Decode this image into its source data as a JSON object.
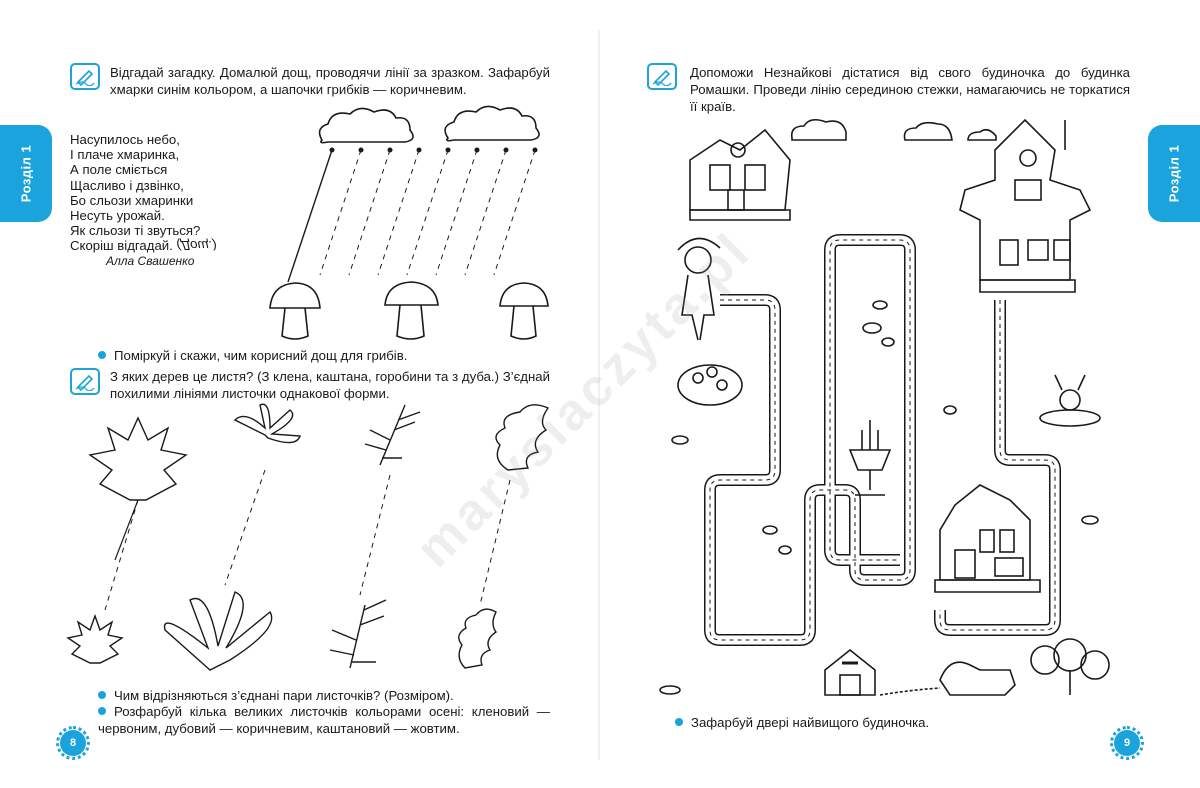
{
  "section_tab": "Розділ 1",
  "left_page": {
    "task1_text": "Відгадай загадку. Домалюй дощ, проводячи лінії за зразком. Зафарбуй хмарки синім кольором, а шапочки грибків — коричневим.",
    "poem_lines": [
      "Насупилось небо,",
      "І плаче хмаринка,",
      "А поле сміється",
      "Щасливо і дзвінко,",
      "Бо сльози хмаринки",
      "Несуть урожай.",
      "Як сльози ті звуться?"
    ],
    "poem_last_line": "Скоріш відгадай.",
    "poem_answer": "(Дощ.)",
    "poem_author": "Алла Свашенко",
    "bullet1": "Поміркуй і скажи, чим корисний дощ для грибів.",
    "task2_text": "З яких дерев це листя? (З клена, каштана, горобини та з дуба.) З’єднай похилими лініями листочки однакової форми.",
    "bullet2": "Чим відрізняються з’єднані пари листочків? (Розміром).",
    "bullet3": "Розфарбуй кілька великих листочків кольорами осені: кленовий — червоним, дубовий — коричневим, каштановий — жовтим.",
    "page_number": "8"
  },
  "right_page": {
    "task_text": "Допоможи Незнайкові дістатися від свого будиночка до будинка Ромашки. Проведи лінію серединою стежки, намагаючись не торкатися її країв.",
    "bullet": "Зафарбуй двері найвищого будиночка.",
    "page_number": "9"
  },
  "watermark": "marysiaczyta.pl",
  "colors": {
    "accent": "#1aa3dc",
    "ink": "#1a1a1a"
  }
}
